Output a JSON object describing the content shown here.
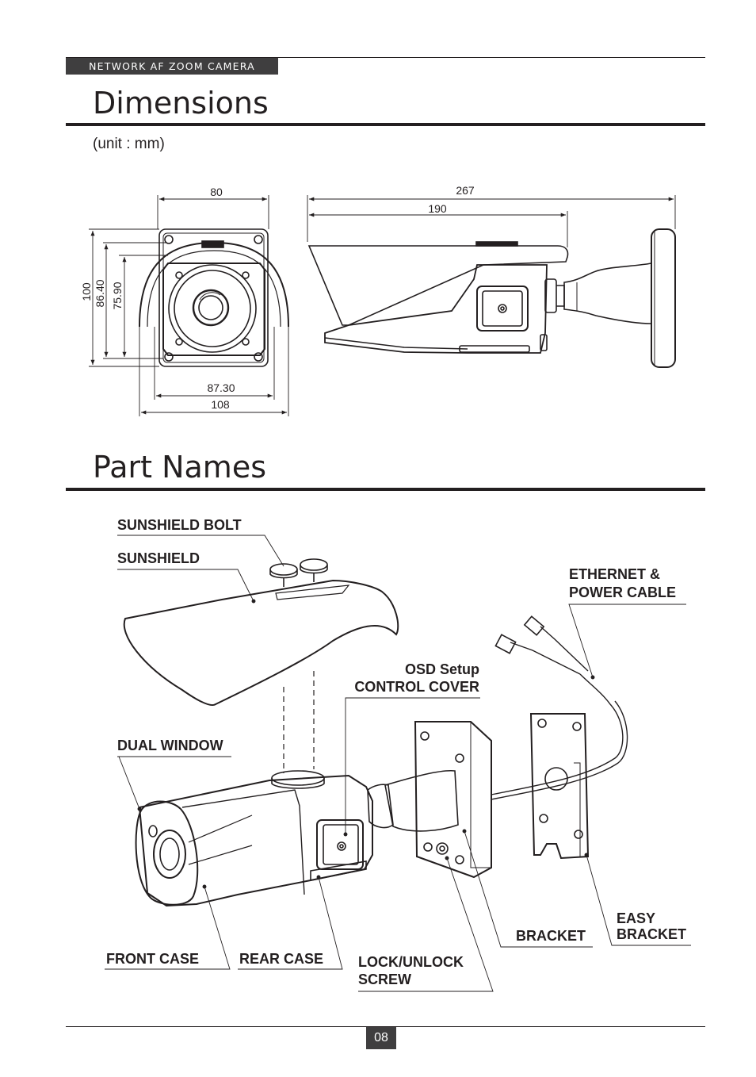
{
  "header": {
    "product_tag": "NETWORK AF ZOOM CAMERA"
  },
  "dimensions": {
    "title": "Dimensions",
    "unit": "(unit : mm)",
    "front_view": {
      "width_top": "80",
      "height_outer": "100",
      "height_mid": "86.40",
      "height_inner": "75.90",
      "width_mid": "87.30",
      "width_bottom": "108"
    },
    "side_view": {
      "length_total": "267",
      "length_body": "190"
    }
  },
  "part_names": {
    "title": "Part Names",
    "labels": {
      "sunshield_bolt": "SUNSHIELD BOLT",
      "sunshield": "SUNSHIELD",
      "ethernet_line1": "ETHERNET &",
      "ethernet_line2": "POWER CABLE",
      "osd_line1": "OSD Setup",
      "osd_line2": "CONTROL COVER",
      "dual_window": "DUAL WINDOW",
      "easy_line1": "EASY",
      "easy_line2": "BRACKET",
      "bracket": "BRACKET",
      "front_case": "FRONT CASE",
      "rear_case": "REAR CASE",
      "lock_line1": "LOCK/UNLOCK",
      "lock_line2": "SCREW"
    }
  },
  "footer": {
    "page_number": "08"
  }
}
